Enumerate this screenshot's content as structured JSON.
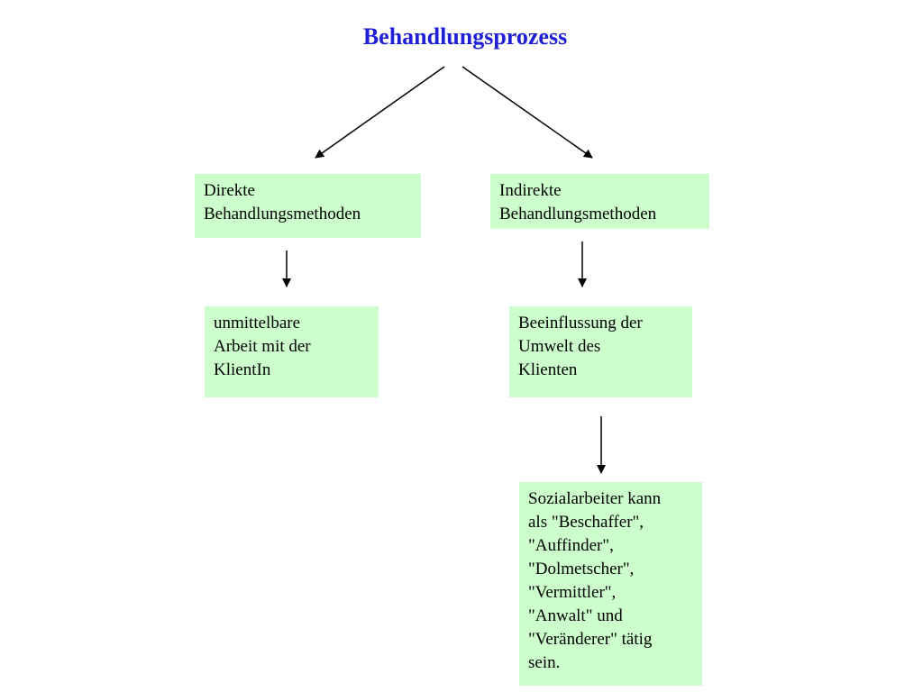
{
  "title": "Behandlungsprozess",
  "colors": {
    "title": "#1f1fd6",
    "box_fill": "#ccffcc",
    "arrow": "#000000"
  },
  "boxes": {
    "direct": "Direkte\nBehandlungsmethoden",
    "indirect": "Indirekte\nBehandlungsmethoden",
    "direct_sub": "unmittelbare\nArbeit mit der\nKlientIn",
    "indirect_sub": "Beeinflussung der\nUmwelt des\nKlienten",
    "roles": "Sozialarbeiter kann\nals \"Beschaffer\",\n\"Auffinder\",\n\"Dolmetscher\",\n\"Vermittler\",\n\"Anwalt\" und\n\"Veränderer\" tätig\nsein."
  }
}
